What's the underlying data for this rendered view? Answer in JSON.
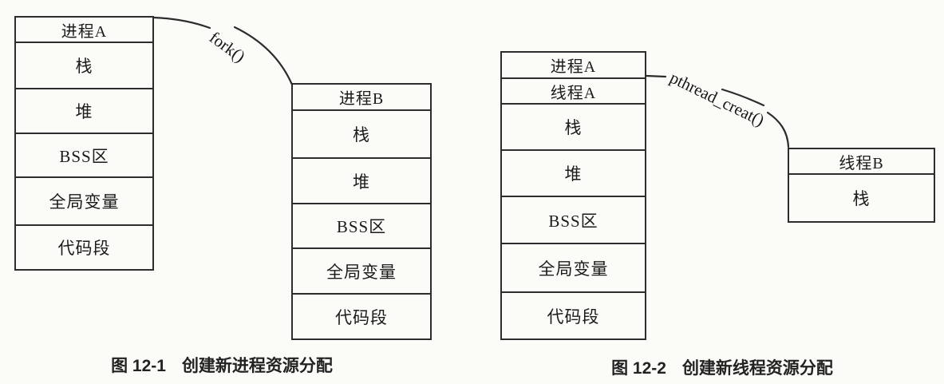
{
  "page": {
    "background": "#fbfbf8",
    "ink": "#2d2d2d"
  },
  "figure1": {
    "process_a": {
      "title": "进程A",
      "rows": [
        "栈",
        "堆",
        "BSS区",
        "全局变量",
        "代码段"
      ]
    },
    "process_b": {
      "title": "进程B",
      "rows": [
        "栈",
        "堆",
        "BSS区",
        "全局变量",
        "代码段"
      ]
    },
    "arrow_label": "fork()",
    "caption": {
      "number": "图 12-1",
      "text": "创建新进程资源分配"
    }
  },
  "figure2": {
    "process_a": {
      "title": "进程A",
      "thread_title": "线程A",
      "rows": [
        "栈",
        "堆",
        "BSS区",
        "全局变量",
        "代码段"
      ]
    },
    "thread_b": {
      "title": "线程B",
      "rows": [
        "栈"
      ]
    },
    "arrow_label": "pthread_creat()",
    "caption": {
      "number": "图 12-2",
      "text": "创建新线程资源分配"
    }
  }
}
